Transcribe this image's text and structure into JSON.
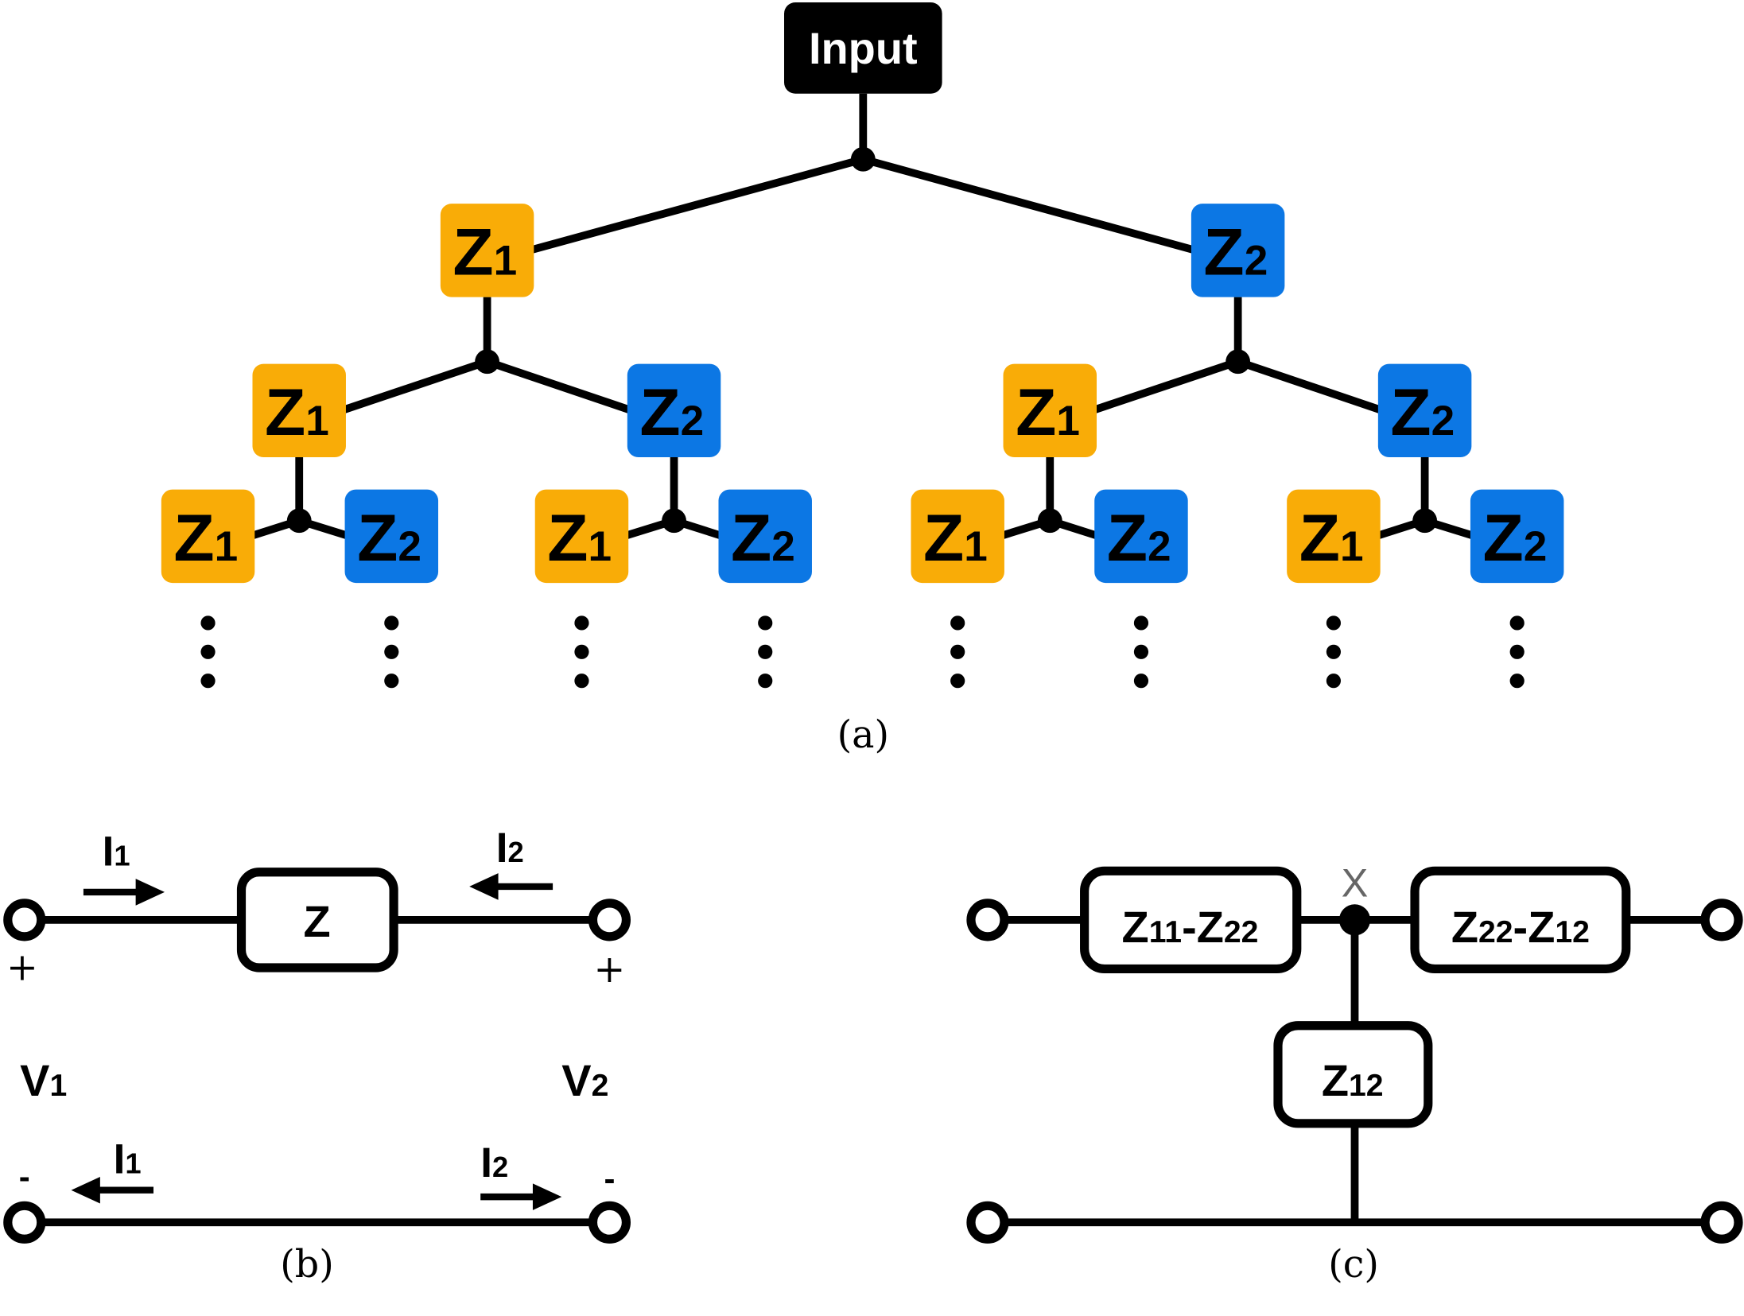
{
  "colors": {
    "z1": "#F9AC07",
    "z2": "#0C77E4",
    "input_bg": "#000000",
    "node_x_label": "#666666"
  },
  "panel_a": {
    "caption": "(a)",
    "root": {
      "label": "Input"
    },
    "levels": [
      [
        {
          "main": "Z",
          "sub": "1",
          "type": "z1"
        },
        {
          "main": "Z",
          "sub": "2",
          "type": "z2"
        }
      ],
      [
        {
          "main": "Z",
          "sub": "1",
          "type": "z1"
        },
        {
          "main": "Z",
          "sub": "2",
          "type": "z2"
        },
        {
          "main": "Z",
          "sub": "1",
          "type": "z1"
        },
        {
          "main": "Z",
          "sub": "2",
          "type": "z2"
        }
      ],
      [
        {
          "main": "Z",
          "sub": "1",
          "type": "z1"
        },
        {
          "main": "Z",
          "sub": "2",
          "type": "z2"
        },
        {
          "main": "Z",
          "sub": "1",
          "type": "z1"
        },
        {
          "main": "Z",
          "sub": "2",
          "type": "z2"
        },
        {
          "main": "Z",
          "sub": "1",
          "type": "z1"
        },
        {
          "main": "Z",
          "sub": "2",
          "type": "z2"
        },
        {
          "main": "Z",
          "sub": "1",
          "type": "z1"
        },
        {
          "main": "Z",
          "sub": "2",
          "type": "z2"
        }
      ]
    ],
    "continuation": "⋮"
  },
  "panel_b": {
    "caption": "(b)",
    "impedance": "Z",
    "top_left_current": {
      "main": "I",
      "sub": "1"
    },
    "top_right_current": {
      "main": "I",
      "sub": "2"
    },
    "bottom_left_current": {
      "main": "I",
      "sub": "1"
    },
    "bottom_right_current": {
      "main": "I",
      "sub": "2"
    },
    "left_voltage": {
      "main": "V",
      "sub": "1"
    },
    "right_voltage": {
      "main": "V",
      "sub": "2"
    },
    "plus": "+",
    "minus": "-"
  },
  "panel_c": {
    "caption": "(c)",
    "node_label": "X",
    "left_series": {
      "a": "Z",
      "a_sub": "11",
      "sep": "-",
      "b": "Z",
      "b_sub": "22"
    },
    "right_series": {
      "a": "Z",
      "a_sub": "22",
      "sep": "-",
      "b": "Z",
      "b_sub": "12"
    },
    "shunt": {
      "main": "Z",
      "sub": "12"
    }
  }
}
